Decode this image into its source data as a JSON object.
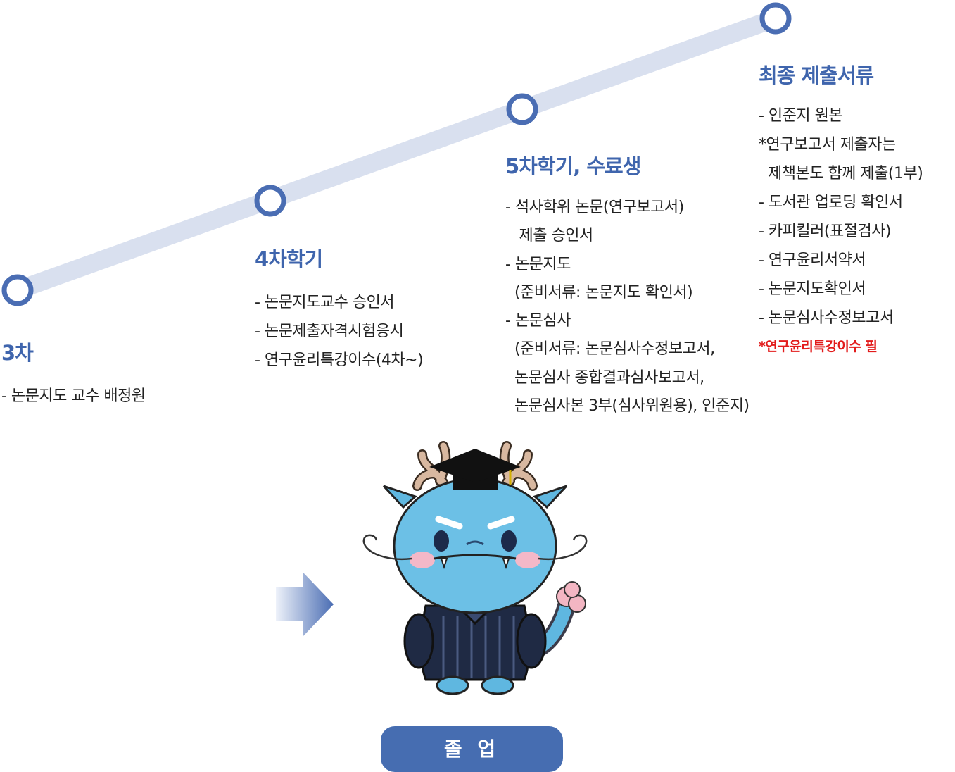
{
  "stages": {
    "s3": {
      "title": "3차",
      "items": [
        "- 논문지도 교수 배정원"
      ]
    },
    "s4": {
      "title": "4차학기",
      "items": [
        "- 논문지도교수 승인서",
        "- 논문제출자격시험응시",
        "- 연구윤리특강이수(4차~)"
      ]
    },
    "s5": {
      "title": "5차학기, 수료생",
      "items": [
        "- 석사학위 논문(연구보고서)",
        "   제출 승인서",
        "- 논문지도",
        "  (준비서류: 논문지도 확인서)",
        "- 논문심사",
        "  (준비서류: 논문심사수정보고서,",
        "  논문심사 종합결과심사보고서,",
        "  논문심사본 3부(심사위원용), 인준지)"
      ]
    },
    "final": {
      "title": "최종 제출서류",
      "items": [
        "- 인준지 원본",
        "*연구보고서 제출자는",
        "  제책본도 함께 제출(1부)",
        "- 도서관 업로딩 확인서",
        "- 카피킬러(표절검사)",
        "- 연구윤리서약서",
        "- 논문지도확인서",
        "- 논문심사수정보고서"
      ],
      "note": "*연구윤리특강이수 필"
    }
  },
  "graduation_label": "졸 업",
  "colors": {
    "title": "#3f65ad",
    "track": "#d9e0ef",
    "node": "#4a6db3",
    "note": "#e21b1b",
    "button": "#466db1"
  }
}
